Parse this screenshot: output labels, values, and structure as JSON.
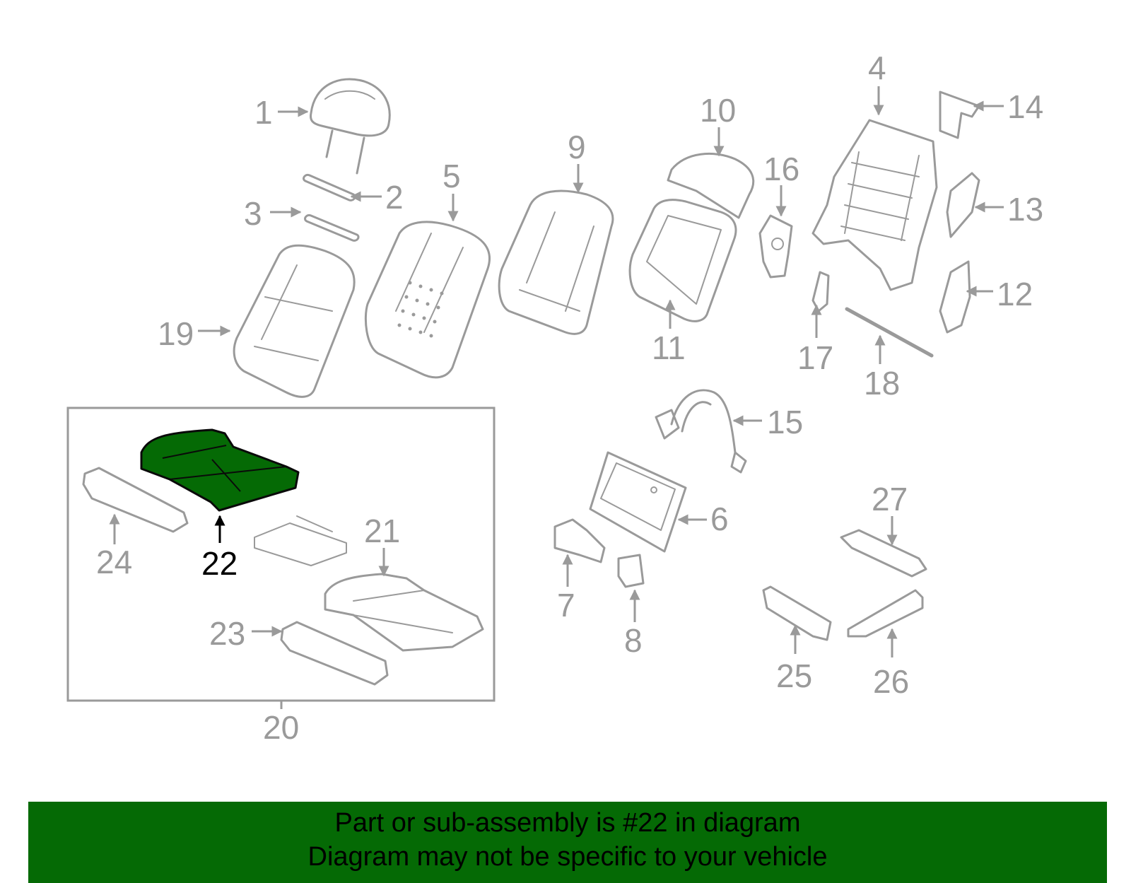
{
  "diagram": {
    "highlight_color": "#056a05",
    "part_color": "#9a9a9a",
    "labels": {
      "l1": "1",
      "l2": "2",
      "l3": "3",
      "l4": "4",
      "l5": "5",
      "l6": "6",
      "l7": "7",
      "l8": "8",
      "l9": "9",
      "l10": "10",
      "l11": "11",
      "l12": "12",
      "l13": "13",
      "l14": "14",
      "l15": "15",
      "l16": "16",
      "l17": "17",
      "l18": "18",
      "l19": "19",
      "l20": "20",
      "l21": "21",
      "l22": "22",
      "l23": "23",
      "l24": "24",
      "l25": "25",
      "l26": "26",
      "l27": "27"
    }
  },
  "banner": {
    "line1": "Part or sub-assembly is #22 in diagram",
    "line2": "Diagram may not be specific to your vehicle"
  }
}
